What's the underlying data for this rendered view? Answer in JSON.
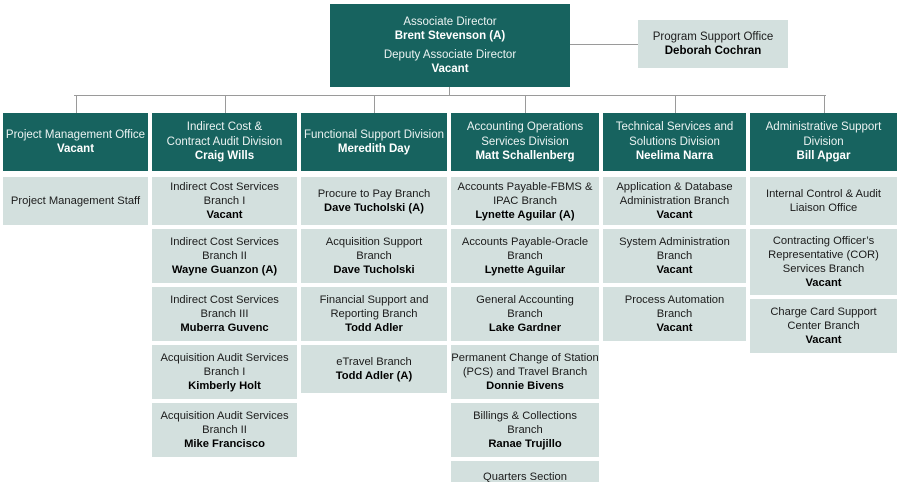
{
  "chart_data": {
    "type": "diagram",
    "title": "Organizational Chart",
    "root": {
      "title_1": "Associate Director",
      "name_1": "Brent Stevenson (A)",
      "title_2": "Deputy Associate Director",
      "name_2": "Vacant"
    },
    "staff_office": {
      "title": "Program Support Office",
      "name": "Deborah Cochran"
    },
    "colors": {
      "teal": "#17635f",
      "light": "#d3e0de",
      "connector": "#9a9a9a",
      "text_dark": "#1b1b1b",
      "text_light": "#ffffff"
    },
    "columns": [
      {
        "division": {
          "title": "Project Management Office",
          "name": "Vacant"
        },
        "children": [
          {
            "title": "Project Management Staff",
            "name": ""
          }
        ]
      },
      {
        "division": {
          "title": "Indirect Cost &\nContract Audit Division",
          "name": "Craig Wills"
        },
        "children": [
          {
            "title": "Indirect Cost Services\nBranch I",
            "name": "Vacant"
          },
          {
            "title": "Indirect Cost Services\nBranch II",
            "name": "Wayne Guanzon (A)"
          },
          {
            "title": "Indirect Cost Services\nBranch III",
            "name": "Muberra Guvenc"
          },
          {
            "title": "Acquisition Audit Services\nBranch I",
            "name": "Kimberly Holt"
          },
          {
            "title": "Acquisition Audit Services\nBranch II",
            "name": "Mike Francisco"
          }
        ]
      },
      {
        "division": {
          "title": "Functional Support Division",
          "name": "Meredith Day"
        },
        "children": [
          {
            "title": "Procure to Pay Branch",
            "name": "Dave Tucholski (A)"
          },
          {
            "title": "Acquisition Support\nBranch",
            "name": "Dave Tucholski"
          },
          {
            "title": "Financial Support and\nReporting Branch",
            "name": "Todd Adler"
          },
          {
            "title": "eTravel Branch",
            "name": "Todd Adler (A)"
          }
        ]
      },
      {
        "division": {
          "title": "Accounting Operations\nServices Division",
          "name": "Matt Schallenberg"
        },
        "children": [
          {
            "title": "Accounts Payable-FBMS &\nIPAC Branch",
            "name": "Lynette Aguilar (A)"
          },
          {
            "title": "Accounts Payable-Oracle\nBranch",
            "name": "Lynette Aguilar"
          },
          {
            "title": "General Accounting\nBranch",
            "name": "Lake Gardner"
          },
          {
            "title": "Permanent Change of Station\n(PCS) and Travel Branch",
            "name": "Donnie Bivens"
          },
          {
            "title": "Billings & Collections\nBranch",
            "name": "Ranae Trujillo"
          },
          {
            "title": "Quarters Section",
            "name": ""
          }
        ]
      },
      {
        "division": {
          "title": "Technical Services and\nSolutions Division",
          "name": "Neelima Narra"
        },
        "children": [
          {
            "title": "Application & Database\nAdministration Branch",
            "name": "Vacant"
          },
          {
            "title": "System Administration\nBranch",
            "name": "Vacant"
          },
          {
            "title": "Process Automation\nBranch",
            "name": "Vacant"
          }
        ]
      },
      {
        "division": {
          "title": "Administrative Support\nDivision",
          "name": "Bill Apgar"
        },
        "children": [
          {
            "title": "Internal Control & Audit\nLiaison Office",
            "name": ""
          },
          {
            "title": "Contracting Officer’s\nRepresentative (COR)\nServices Branch",
            "name": "Vacant"
          },
          {
            "title": "Charge Card Support\nCenter Branch",
            "name": "Vacant"
          }
        ]
      }
    ]
  }
}
